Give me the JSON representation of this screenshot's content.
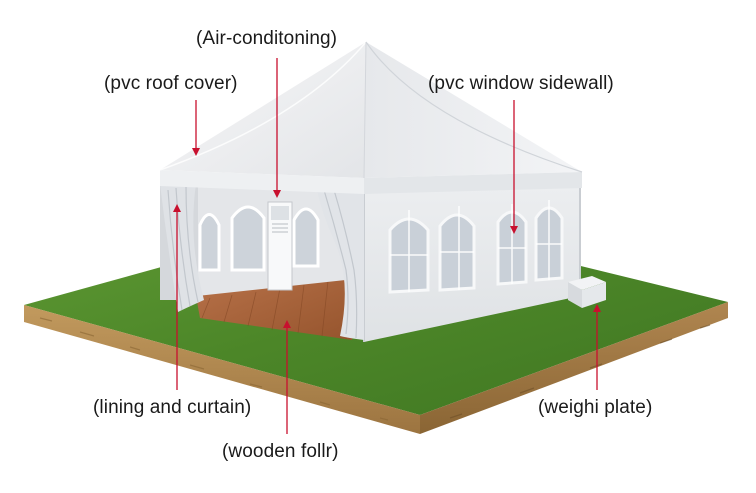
{
  "labels": {
    "air_conditioning": "(Air-conditoning)",
    "roof_cover": "(pvc roof cover)",
    "window_sidewall": "(pvc window sidewall)",
    "lining_curtain": "(lining and curtain)",
    "weight_plate": "(weighi plate)",
    "wooden_floor": "(wooden follr)"
  },
  "colors": {
    "grass": "#4f8a2c",
    "soil": "#b48a52",
    "tent_white": "#f4f5f6",
    "wood_floor": "#a8643a",
    "callout_line": "#c8102e"
  }
}
